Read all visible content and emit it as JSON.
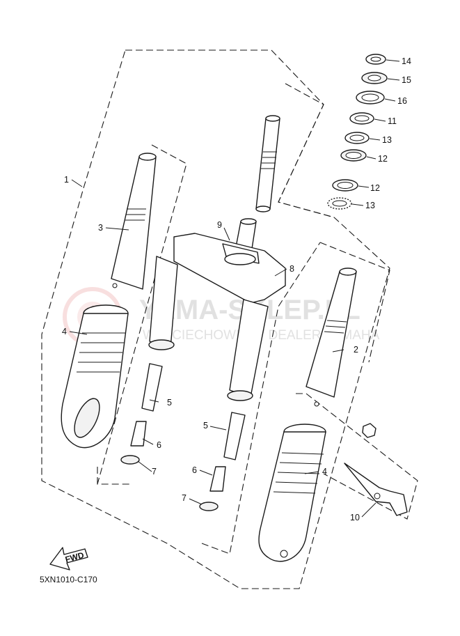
{
  "diagram": {
    "code": "5XN1010-C170",
    "fwd_label": "FWD",
    "watermark": {
      "title": "YAMA-SKLEP.PL",
      "subtitle": "WOJCIECHOWICZ / DEALER YAMAHA"
    },
    "callouts": [
      {
        "id": "c1",
        "label": "1"
      },
      {
        "id": "c2",
        "label": "2"
      },
      {
        "id": "c3",
        "label": "3"
      },
      {
        "id": "c4a",
        "label": "4"
      },
      {
        "id": "c4b",
        "label": "4"
      },
      {
        "id": "c5a",
        "label": "5"
      },
      {
        "id": "c5b",
        "label": "5"
      },
      {
        "id": "c6a",
        "label": "6"
      },
      {
        "id": "c6b",
        "label": "6"
      },
      {
        "id": "c7a",
        "label": "7"
      },
      {
        "id": "c7b",
        "label": "7"
      },
      {
        "id": "c8",
        "label": "8"
      },
      {
        "id": "c9",
        "label": "9"
      },
      {
        "id": "c10",
        "label": "10"
      },
      {
        "id": "c11",
        "label": "11"
      },
      {
        "id": "c12a",
        "label": "12"
      },
      {
        "id": "c12b",
        "label": "12"
      },
      {
        "id": "c13a",
        "label": "13"
      },
      {
        "id": "c13b",
        "label": "13"
      },
      {
        "id": "c14",
        "label": "14"
      },
      {
        "id": "c15",
        "label": "15"
      },
      {
        "id": "c16",
        "label": "16"
      }
    ]
  }
}
